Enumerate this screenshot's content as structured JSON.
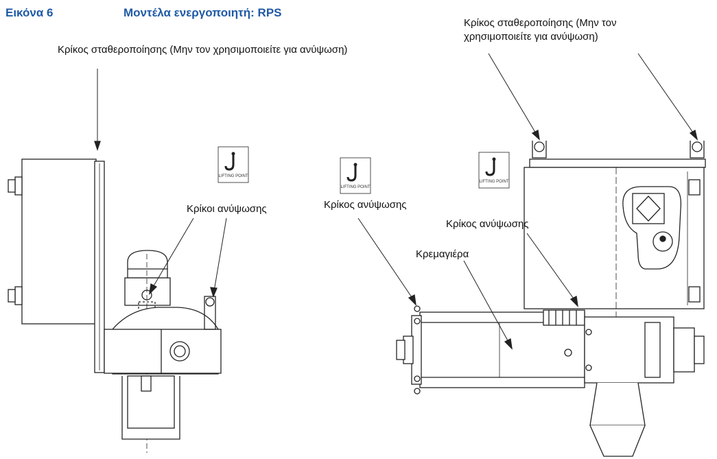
{
  "figure": {
    "label": "Εικόνα 6",
    "title": "Μοντέλα ενεργοποιητή: RPS"
  },
  "labels": {
    "stabilization_ring_left": "Κρίκος σταθεροποίησης (Μην τον χρησιμοποιείτε για ανύψωση)",
    "stabilization_ring_right": "Κρίκος σταθεροποίησης (Μην τον χρησιμοποιείτε για ανύψωση)",
    "lifting_rings": "Κρίκοι ανύψωσης",
    "lifting_ring_center": "Κρίκος ανύψωσης",
    "lifting_ring_right": "Κρίκος ανύψωσης",
    "rack": "Κρεμαγιέρα"
  },
  "icons": {
    "lifting_point_caption": "LIFTING POINT",
    "icon_name": "lifting-hook-icon"
  },
  "colors": {
    "title_blue": "#1f5aa6",
    "line": "#222222"
  }
}
